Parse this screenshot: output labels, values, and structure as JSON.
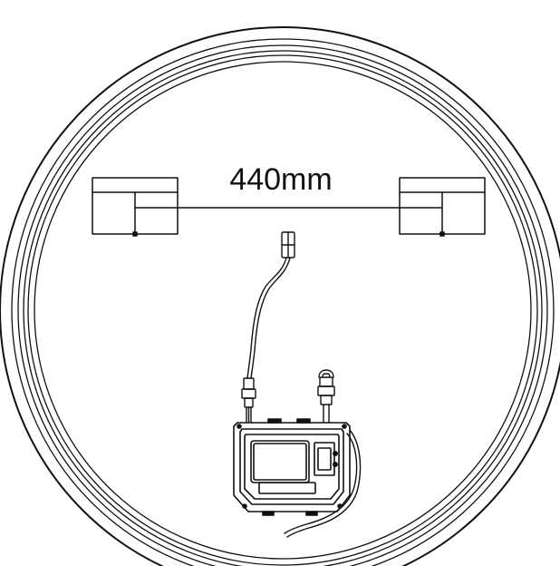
{
  "diagram": {
    "dimension_label": "440mm",
    "colors": {
      "stroke": "#111111",
      "background": "#ffffff"
    },
    "icons": [
      "round-mirror-frame",
      "sensor-module",
      "cable-connector",
      "control-box"
    ]
  }
}
